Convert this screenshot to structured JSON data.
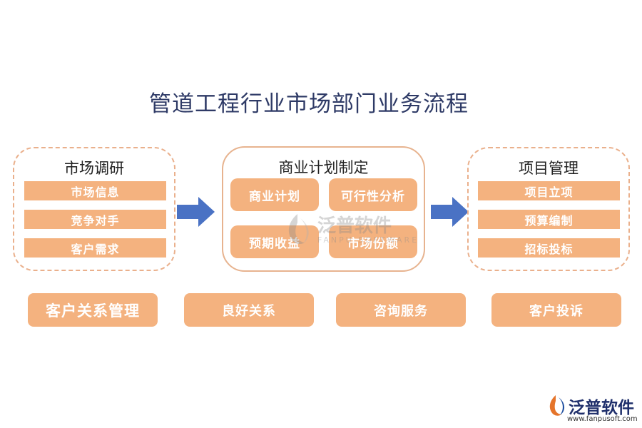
{
  "title": "管道工程行业市场部门业务流程",
  "panels": {
    "market_research": {
      "title": "市场调研",
      "items": [
        "市场信息",
        "竞争对手",
        "客户需求"
      ]
    },
    "business_plan": {
      "title": "商业计划制定",
      "items": [
        "商业计划",
        "可行性分析",
        "预期收益",
        "市场份额"
      ]
    },
    "project_management": {
      "title": "项目管理",
      "items": [
        "项目立项",
        "预算编制",
        "招标投标"
      ]
    }
  },
  "bottom": [
    "客户关系管理",
    "良好关系",
    "咨询服务",
    "客户投诉"
  ],
  "watermark": {
    "text": "泛普软件",
    "sub": "FANPU SOFTWARE"
  },
  "logo": {
    "text": "泛普软件",
    "url": "www.fanpusoft.com"
  },
  "colors": {
    "box_fill": "#f4b27f",
    "border": "#eab08c",
    "arrow": "#4a72c4",
    "title": "#2e3a66"
  }
}
